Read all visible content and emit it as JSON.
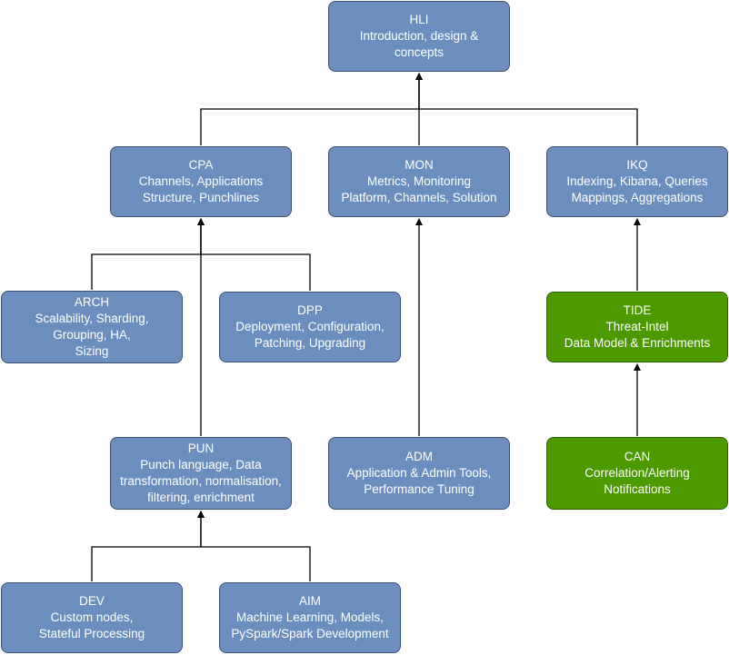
{
  "nodes": {
    "hli": {
      "lines": [
        "HLI",
        "Introduction, design  &",
        "concepts"
      ]
    },
    "cpa": {
      "lines": [
        "CPA",
        "Channels, Applications",
        "Structure, Punchlines"
      ]
    },
    "mon": {
      "lines": [
        "MON",
        "Metrics, Monitoring",
        "Platform, Channels, Solution"
      ]
    },
    "ikq": {
      "lines": [
        "IKQ",
        "Indexing, Kibana, Queries",
        "Mappings, Aggregations"
      ]
    },
    "arch": {
      "lines": [
        "ARCH",
        "Scalability, Sharding,",
        "Grouping, HA,",
        "Sizing"
      ]
    },
    "dpp": {
      "lines": [
        "DPP",
        "Deployment, Configuration,",
        "Patching, Upgrading"
      ]
    },
    "tide": {
      "lines": [
        "TIDE",
        "Threat-Intel",
        "Data Model & Enrichments"
      ]
    },
    "pun": {
      "lines": [
        "PUN",
        "Punch language, Data",
        "transformation, normalisation,",
        "filtering, enrichment"
      ]
    },
    "adm": {
      "lines": [
        "ADM",
        "Application & Admin Tools,",
        "Performance Tuning"
      ]
    },
    "can": {
      "lines": [
        "CAN",
        "Correlation/Alerting",
        "Notifications"
      ]
    },
    "dev": {
      "lines": [
        "DEV",
        "Custom nodes,",
        "Stateful Processing"
      ]
    },
    "aim": {
      "lines": [
        "AIM",
        "Machine Learning, Models,",
        "PySpark/Spark Development"
      ]
    }
  },
  "colors": {
    "blue_fill": "#6c8ebf",
    "green_fill": "#4d9900",
    "connector": "#000000"
  }
}
